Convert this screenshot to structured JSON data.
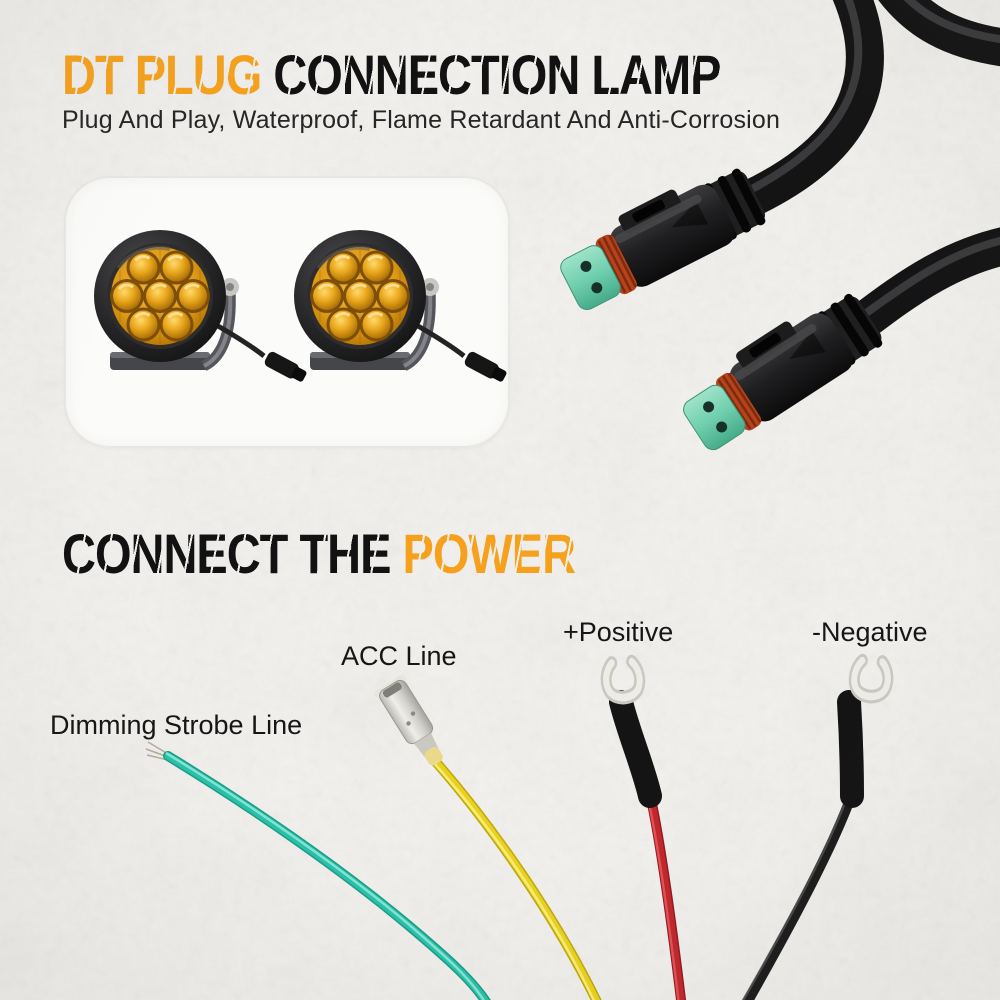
{
  "header": {
    "title_accent": "DT PLUG ",
    "title_main": "CONNECTION LAMP",
    "subtitle": "Plug And Play, Waterproof, Flame Retardant And Anti-Corrosion"
  },
  "power_section": {
    "heading_main": "CONNECT THE ",
    "heading_accent": "POWER"
  },
  "wire_labels": {
    "dimming_strobe": "Dimming Strobe Line",
    "acc": "ACC Line",
    "positive": "+Positive",
    "negative": "-Negative"
  },
  "colors": {
    "accent_orange": "#F5A11E",
    "text_black": "#141414",
    "wire_teal": "#27BDA6",
    "wire_yellow": "#E7CF1E",
    "wire_red": "#BB2329",
    "wire_black": "#1C1C1C",
    "connector_face_teal": "#6FCFAE",
    "connector_seal_orange": "#B5431C",
    "lamp_lens_amber": "#E9A112",
    "background_paper": "#F2F1EE"
  },
  "illustrations": {
    "lamps": "two round amber 7-LED pod lights with brackets and pigtail plugs",
    "connectors": "two 2-pin DT plug connectors on black cables",
    "wires": "teal dimming strobe wire, yellow ACC wire with spade terminal, red positive and black negative wires with fork terminals"
  }
}
